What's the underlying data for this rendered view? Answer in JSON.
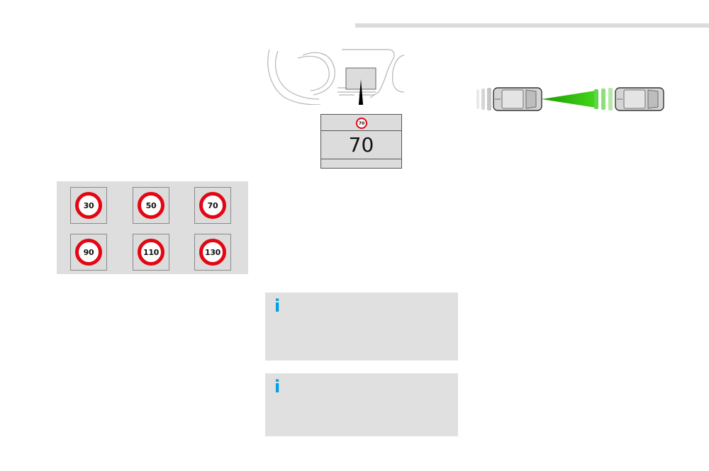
{
  "speed_signs": [
    {
      "value": "30"
    },
    {
      "value": "50"
    },
    {
      "value": "70"
    },
    {
      "value": "90"
    },
    {
      "value": "110"
    },
    {
      "value": "130"
    }
  ],
  "display": {
    "sign_value": "70",
    "speed_value": "70"
  },
  "info_boxes": [
    {
      "icon": "i"
    },
    {
      "icon": "i"
    }
  ],
  "colors": {
    "sign_ring": "#e30613",
    "info_icon": "#00a0e3",
    "beam": "#22c000",
    "panel_bg": "#dedede"
  }
}
